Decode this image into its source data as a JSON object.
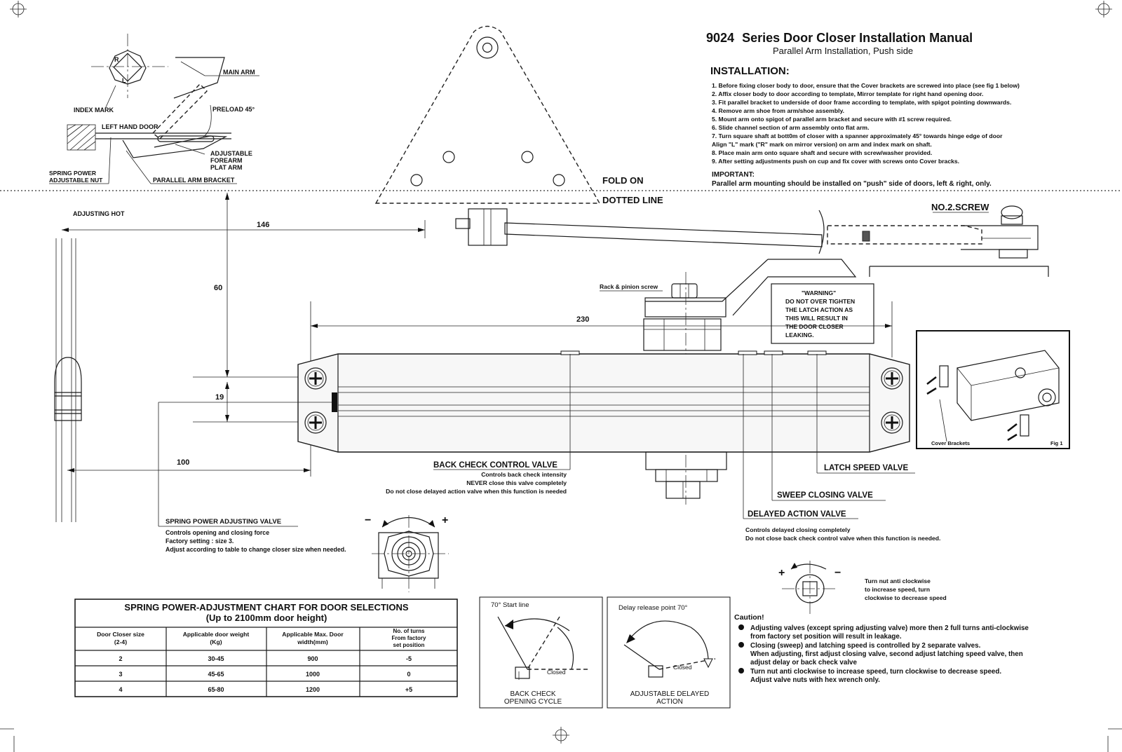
{
  "header": {
    "title_model": "9024",
    "title_rest": "Series Door Closer Installation Manual",
    "subtitle": "Parallel Arm Installation, Push side"
  },
  "installation": {
    "heading": "INSTALLATION:",
    "steps": [
      "1.  Before fixing closer body to door, ensure that the Cover brackets are screwed into place (see fig 1 below)",
      "2.  Affix closer body to door according to template, Mirror template for right hand opening door.",
      "3.  Fit parallel bracket to underside of door frame according to template, with spigot pointing downwards.",
      "4.  Remove arm shoe from arm/shoe assembly.",
      "5.  Mount arm onto spigot of parallel arm bracket and secure with #1 screw required.",
      "6.  Slide channel section of arm assembly onto flat arm.",
      "7.  Turn square shaft at bott0m of closer with a spanner approximately 45°   towards hinge edge of door",
      "     Align \"L\" mark (\"R\" mark on mirror version) on arm and index mark on shaft.",
      "8.  Place main arm onto square shaft and secure with screw/washer provided.",
      "9.  After setting adjustments push on cup and fix cover with screws onto Cover bracks."
    ],
    "important_heading": "IMPORTANT:",
    "important_text": "Parallel arm mounting should be installed on \"push\" side of doors, left & right, only."
  },
  "top_left_detail": {
    "main_arm": "MAIN ARM",
    "index_mark": "INDEX MARK",
    "preload": "PRELOAD 45°",
    "left_hand_door": "LEFT HAND DOOR",
    "adjustable_forearm": [
      "ADJUSTABLE",
      "FOREARM",
      "PLAT ARM"
    ],
    "spring_power_nut": [
      "SPRING POWER",
      "ADJUSTABLE NUT"
    ],
    "parallel_arm_bracket": "PARALLEL ARM BRACKET",
    "mark_l": "L",
    "mark_r": "R"
  },
  "fold": {
    "line1": "FOLD ON",
    "line2": "DOTTED LINE"
  },
  "dimensions": {
    "adjusting_hot": "ADJUSTING HOT",
    "d146": "146",
    "d60": "60",
    "d230": "230",
    "d19": "19",
    "d100": "100"
  },
  "arm_labels": {
    "no2_screw": "NO.2.SCREW",
    "rack_pinion": "Rack & pinion screw"
  },
  "warning": {
    "lines": [
      "\"WARNING\"",
      "DO NOT OVER TIGHTEN",
      "THE LATCH ACTION AS",
      "THIS WILL RESULT IN",
      "THE DOOR CLOSER",
      "LEAKING."
    ]
  },
  "fig1": {
    "cover_brackets": "Cover Brackets",
    "fig_label": "Fig 1"
  },
  "valves": {
    "back_check": {
      "title": "BACK CHECK CONTROL VALVE",
      "lines": [
        "Controls back check intensity",
        "NEVER close this valve completely",
        "Do not close  delayed  action valve when this function is needed"
      ]
    },
    "latch_speed": {
      "title": "LATCH SPEED VALVE"
    },
    "sweep_closing": {
      "title": "SWEEP CLOSING VALVE"
    },
    "delayed_action": {
      "title": "DELAYED ACTION VALVE",
      "lines": [
        "Controls delayed closing completely",
        "Do not close back check control valve when this function is needed."
      ]
    },
    "spring_power": {
      "title": "SPRING POWER ADJUSTING VALVE",
      "lines": [
        "Controls opening and closing force",
        "Factory setting : size 3.",
        "Adjust according to table to change closer size when needed."
      ]
    }
  },
  "nut_detail": {
    "minus": "−",
    "plus": "+",
    "note": [
      "Turn nut anti clockwise",
      "to increase speed, turn",
      "clockwise to decrease speed"
    ]
  },
  "chart": {
    "title": "SPRING POWER-ADJUSTMENT CHART FOR DOOR SELECTIONS",
    "subtitle": "(Up to 2100mm door height)",
    "headers": [
      [
        "Door Closer size",
        "(2-4)"
      ],
      [
        "Applicable door weight",
        "(Kg)"
      ],
      [
        "Applicable Max. Door",
        "width(mm)"
      ],
      [
        "No. of turns",
        "From factory",
        "set position"
      ]
    ],
    "rows": [
      [
        "2",
        "30-45",
        "900",
        "-5"
      ],
      [
        "3",
        "45-65",
        "1000",
        "0"
      ],
      [
        "4",
        "65-80",
        "1200",
        "+5"
      ]
    ]
  },
  "cycle_left": {
    "top": "70° Start line",
    "closed": "Closed",
    "caption": [
      "BACK   CHECK",
      "OPENING   CYCLE"
    ]
  },
  "cycle_right": {
    "top": "Delay release point 70°",
    "closed": "Closed",
    "caption": [
      "ADJUSTABLE DELAYED",
      "ACTION"
    ]
  },
  "caution": {
    "heading": "Caution!",
    "items": [
      [
        "Adjusting valves (except spring adjusting valve) more then 2 full turns anti-clockwise",
        "from factory set position will result in leakage."
      ],
      [
        "Closing (sweep) and latching speed is controlled by 2 separate valves.",
        "When adjusting, first adjust closing valve, second adjust latching speed valve, then",
        "adjust delay or back check valve"
      ],
      [
        "Turn nut  anti clockwise to increase speed, turn clockwise to decrease speed.",
        "Adjust valve nuts with hex wrench only."
      ]
    ]
  }
}
